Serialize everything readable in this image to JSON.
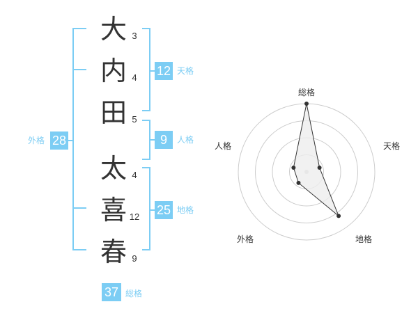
{
  "name_chars": [
    {
      "char": "大",
      "strokes": "3"
    },
    {
      "char": "内",
      "strokes": "4"
    },
    {
      "char": "田",
      "strokes": "5"
    },
    {
      "char": "太",
      "strokes": "4"
    },
    {
      "char": "喜",
      "strokes": "12"
    },
    {
      "char": "春",
      "strokes": "9"
    }
  ],
  "kaku": {
    "tenkaku": {
      "value": "12",
      "label": "天格"
    },
    "jinkaku": {
      "value": "9",
      "label": "人格"
    },
    "chikaku": {
      "value": "25",
      "label": "地格"
    },
    "gaikaku": {
      "value": "28",
      "label": "外格"
    },
    "soukaku": {
      "value": "37",
      "label": "総格"
    }
  },
  "chart_data": {
    "type": "radar",
    "axes": [
      "総格",
      "天格",
      "地格",
      "外格",
      "人格"
    ],
    "values": [
      5,
      1,
      4,
      1,
      1
    ],
    "max": 5,
    "rings": 4
  },
  "colors": {
    "accent": "#7ccdf4",
    "text": "#333333",
    "grid": "#cccccc",
    "fill": "#eeeeee"
  }
}
